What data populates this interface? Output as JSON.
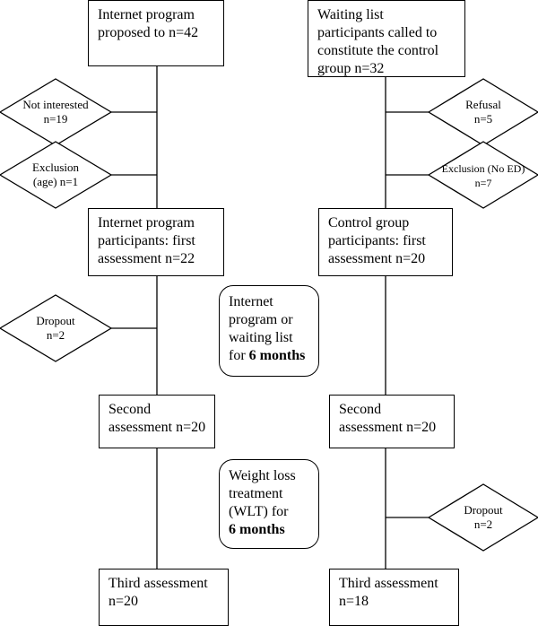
{
  "flowchart": {
    "left": {
      "box1": "Internet program\nproposed to n=42",
      "decision_not_interested": "Not interested\nn=19",
      "decision_exclusion_age": "Exclusion\n(age) n=1",
      "box2": "Internet program\nparticipants: first\nassessment n=22",
      "decision_dropout": "Dropout\nn=2",
      "box3": "Second\nassessment n=20",
      "box4": "Third assessment\nn=20"
    },
    "right": {
      "box1": "Waiting list\nparticipants called to\nconstitute the control\ngroup n=32",
      "decision_refusal": "Refusal\nn=5",
      "decision_exclusion_noed": "Exclusion (No ED)\nn=7",
      "box2": "Control group\nparticipants: first\nassessment n=20",
      "box3": "Second\nassessment n=20",
      "decision_dropout": "Dropout\nn=2",
      "box4": "Third assessment\nn=18"
    },
    "phase1": {
      "text": "Internet\nprogram or\nwaiting list\nfor ",
      "bold": "6 months"
    },
    "phase2": {
      "text": "Weight loss\ntreatment\n(WLT) for\n",
      "bold": "6 months"
    }
  }
}
